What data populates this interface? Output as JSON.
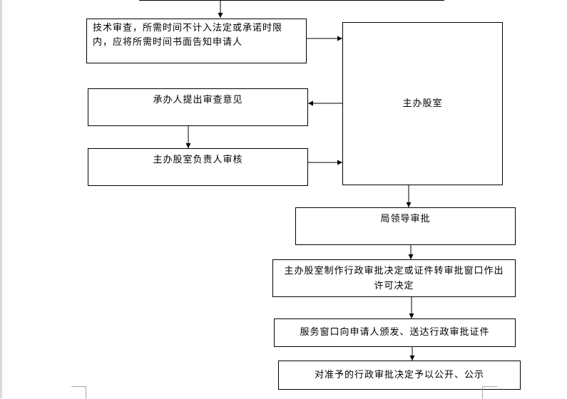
{
  "flowchart": {
    "steps": {
      "tech_review": "技术审查，所需时间不计入法定或承诺时限内，应将所需时间书面告知申请人",
      "main_office": "主办股室",
      "handler_opinion": "承办人提出审查意见",
      "office_head_review": "主办股室负责人审核",
      "bureau_approval": "局领导审批",
      "make_decision": "主办股室制作行政审批决定或证件转审批窗口作出许可决定",
      "window_issue": "服务窗口向申请人颁发、送达行政审批证件",
      "publicize": "对准予的行政审批决定予以公开、公示"
    }
  }
}
